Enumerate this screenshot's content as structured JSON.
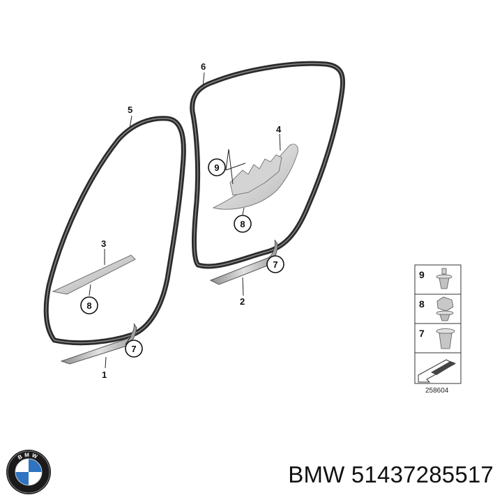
{
  "diagram": {
    "callouts": {
      "c1": "1",
      "c2": "2",
      "c3": "3",
      "c4": "4",
      "c5": "5",
      "c6": "6",
      "c7a": "7",
      "c7b": "7",
      "c8a": "8",
      "c8b": "8",
      "c9": "9"
    },
    "legend": {
      "items": [
        "9",
        "8",
        "7"
      ],
      "ref_code": "258604"
    }
  },
  "logo": {
    "letters": "BMW"
  },
  "caption": {
    "brand": "BMW",
    "part_number": "51437285517"
  },
  "colors": {
    "line": "#222222",
    "seal": "#3a3a3a",
    "trim_light": "#d9d9d9",
    "trim_dark": "#8a8a8a",
    "logo_blue": "#2f74c0"
  }
}
